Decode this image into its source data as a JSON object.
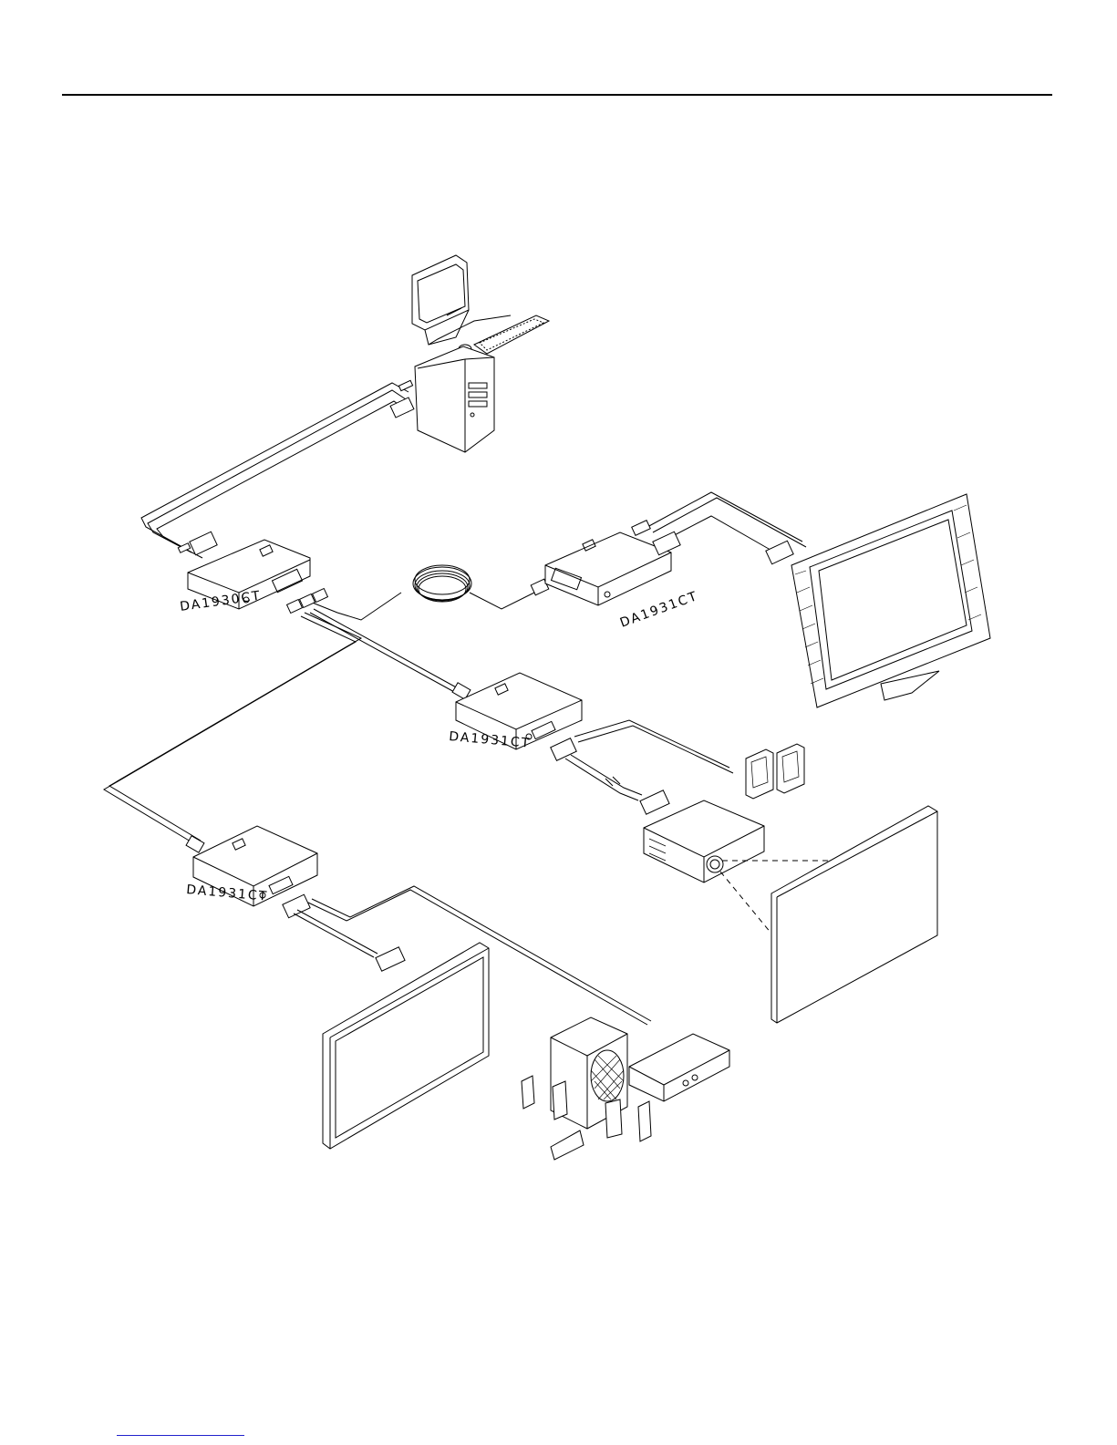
{
  "diagram": {
    "units": {
      "local": {
        "model": "DA1930CT"
      },
      "remote_1": {
        "model": "DA1931CT"
      },
      "remote_2": {
        "model": "DA1931CT"
      },
      "remote_3": {
        "model": "DA1931CT"
      }
    },
    "devices": {
      "computer": {
        "icon": "computer-tower-icon"
      },
      "lcd_monitor": {
        "icon": "lcd-monitor-icon"
      },
      "speakers": {
        "icon": "speakers-icon"
      },
      "projector": {
        "icon": "projector-icon"
      },
      "projection_screen": {
        "icon": "projection-screen-icon"
      },
      "plasma_display": {
        "icon": "plasma-display-icon"
      },
      "surround_system": {
        "icon": "surround-sound-icon"
      },
      "cable_coil": {
        "icon": "cat5-cable-coil-icon"
      }
    },
    "colors": {
      "line": "#000000",
      "link": "#2222cc"
    }
  }
}
